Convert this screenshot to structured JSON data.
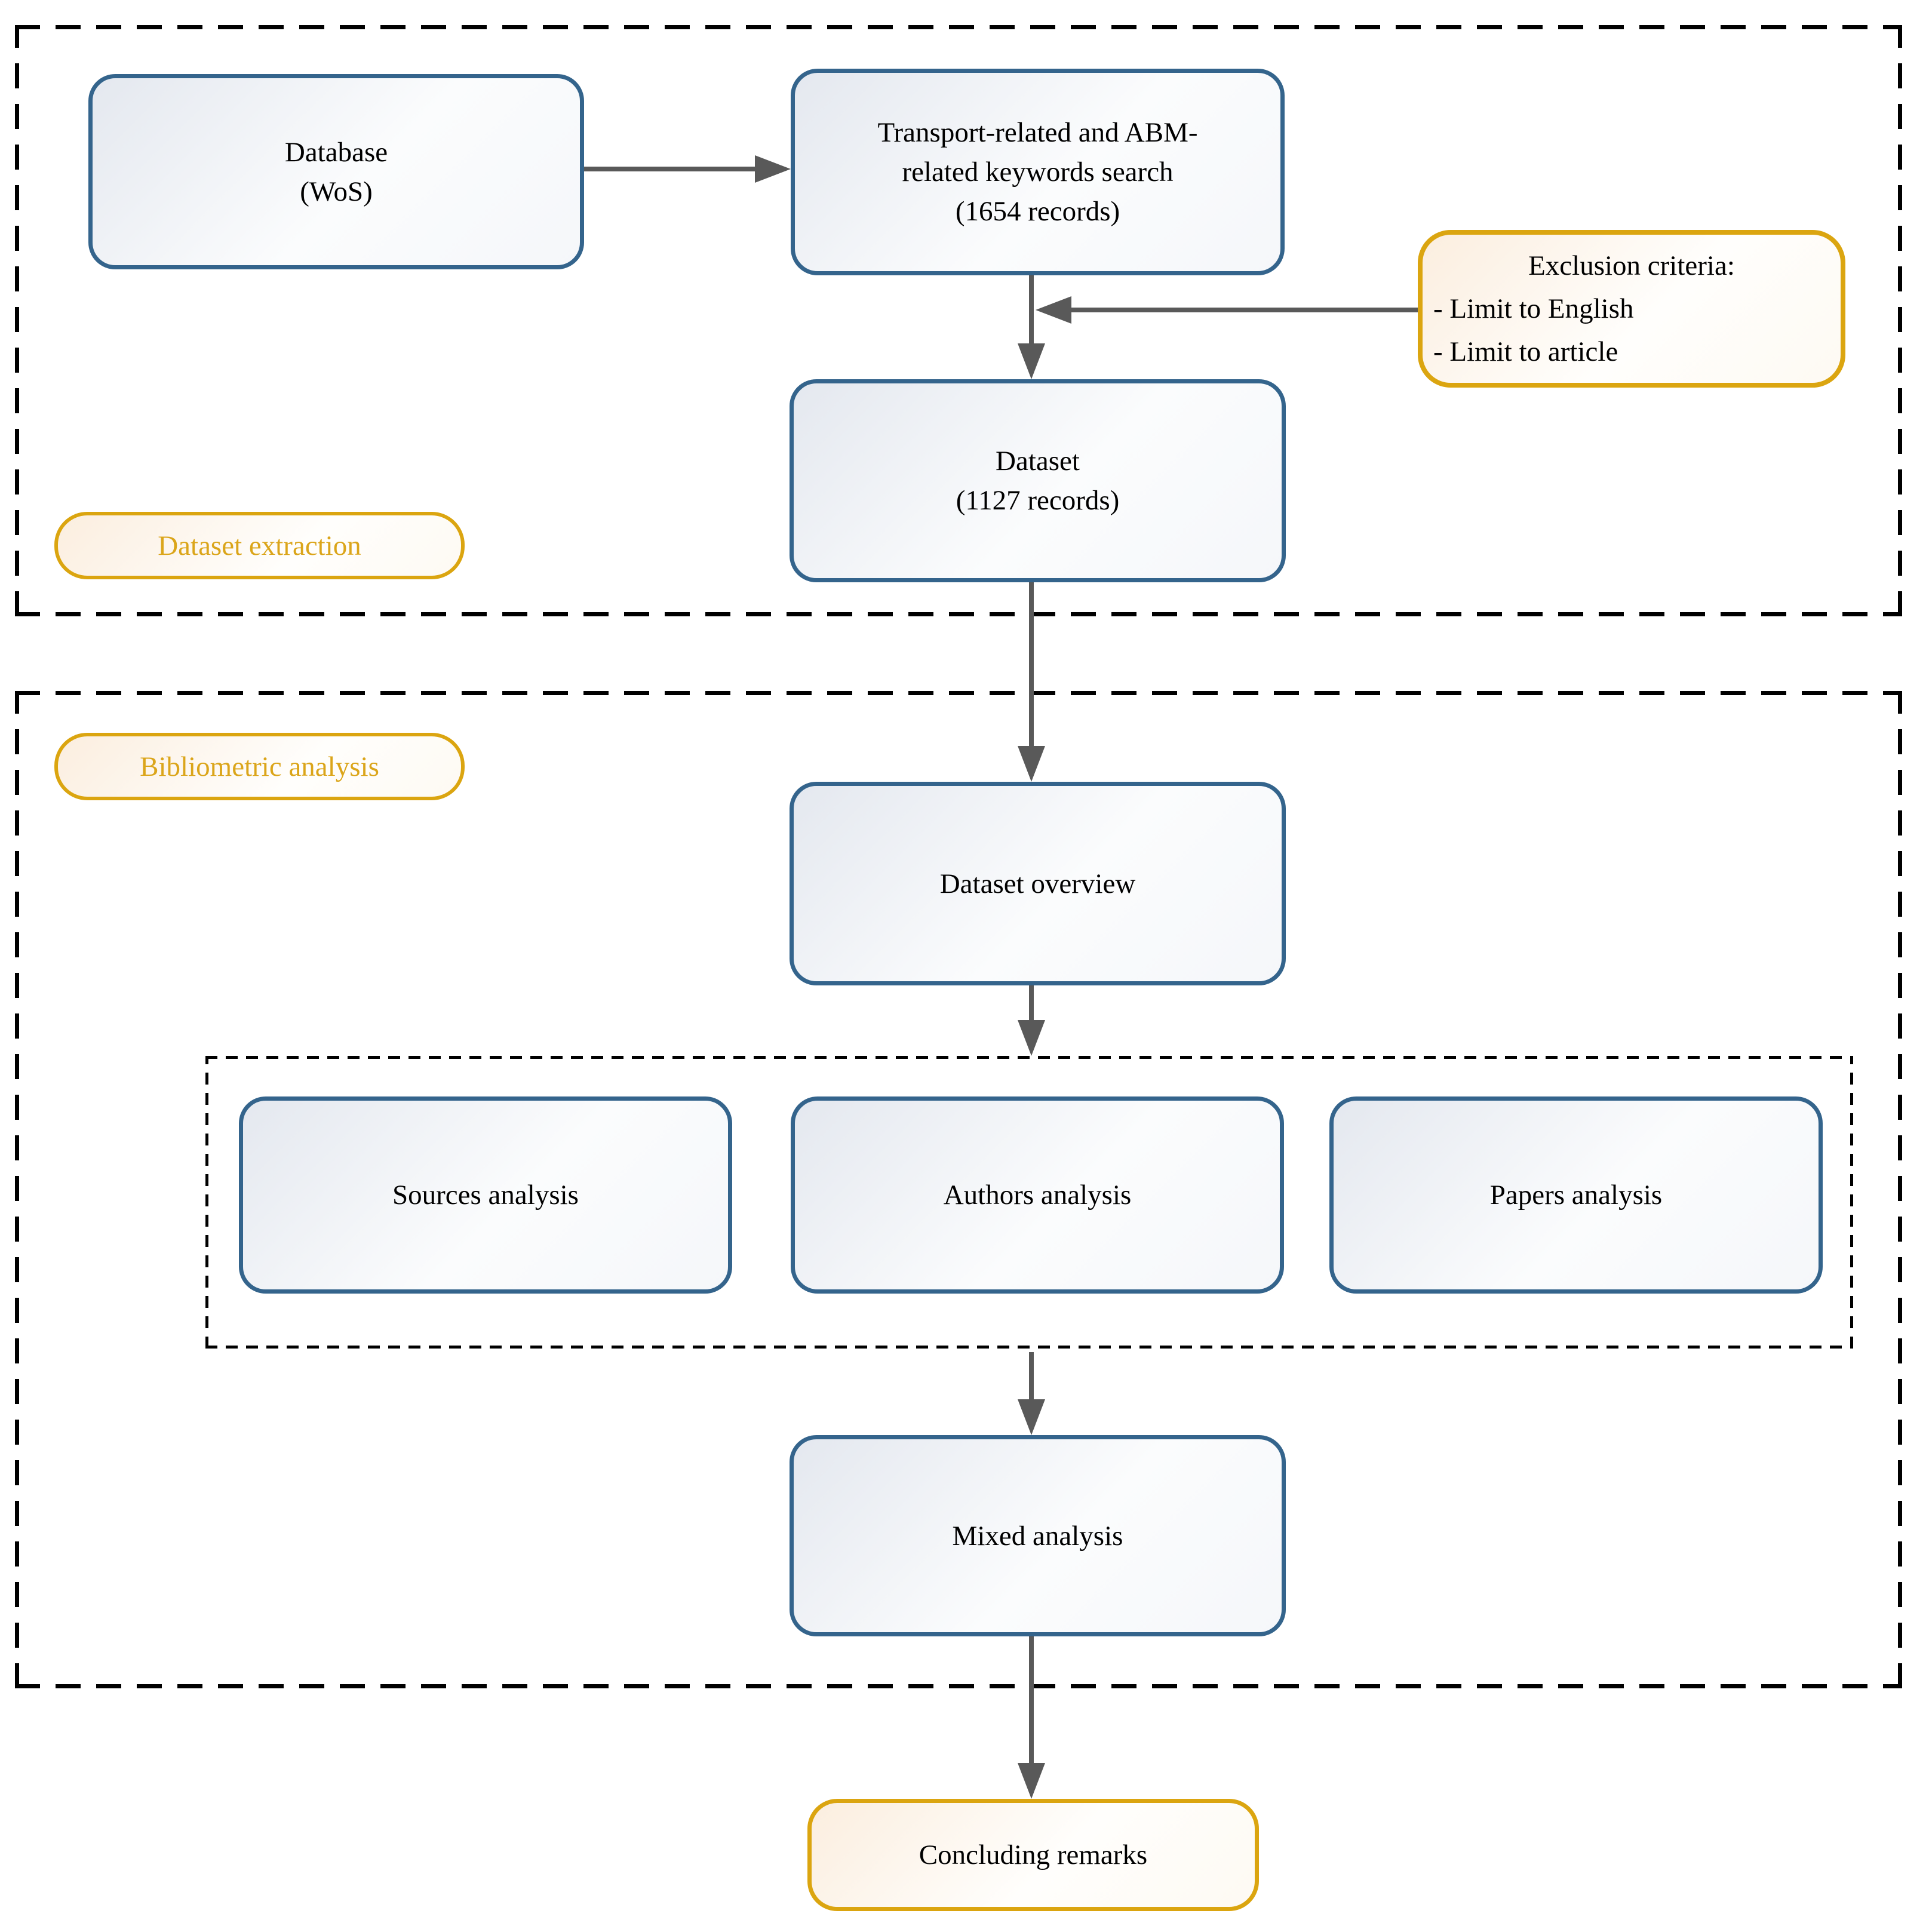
{
  "colors": {
    "node_border_blue": "#34648C",
    "accent_orange": "#DBA510",
    "orange_text": "#DBA51A",
    "arrow_gray": "#595959",
    "dashed_frame": "#000000"
  },
  "region_labels": {
    "dataset_extraction": "Dataset extraction",
    "bibliometric_analysis": "Bibliometric analysis"
  },
  "nodes": {
    "database": {
      "line1": "Database",
      "line2": "(WoS)"
    },
    "keywords_search": {
      "line1": "Transport-related and ABM-",
      "line2": "related keywords search",
      "line3": "(1654 records)"
    },
    "exclusion_criteria": {
      "title": "Exclusion criteria:",
      "item1": "- Limit to English",
      "item2": "- Limit to article"
    },
    "dataset": {
      "line1": "Dataset",
      "line2": "(1127 records)"
    },
    "dataset_overview": {
      "label": "Dataset overview"
    },
    "sources_analysis": {
      "label": "Sources analysis"
    },
    "authors_analysis": {
      "label": "Authors analysis"
    },
    "papers_analysis": {
      "label": "Papers analysis"
    },
    "mixed_analysis": {
      "label": "Mixed analysis"
    },
    "concluding_remarks": {
      "label": "Concluding remarks"
    }
  }
}
